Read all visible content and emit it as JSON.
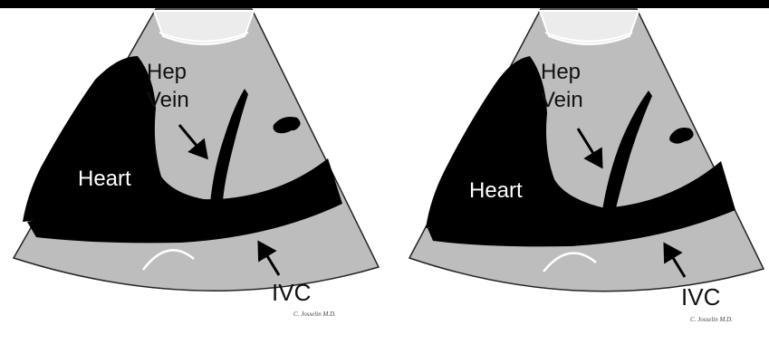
{
  "panels": [
    {
      "labels": {
        "hep_line1": "Hep",
        "hep_line2": "Vein",
        "heart": "Heart",
        "ivc": "IVC",
        "signature": "C. Josselin M.D."
      }
    },
    {
      "labels": {
        "hep_line1": "Hep",
        "hep_line2": "Vein",
        "heart": "Heart",
        "ivc": "IVC",
        "signature": "C. Josselin M.D."
      }
    }
  ],
  "colors": {
    "tissue": "#bdbdbd",
    "vessel": "#000000",
    "near_field": "#ececec",
    "background": "#ffffff"
  }
}
